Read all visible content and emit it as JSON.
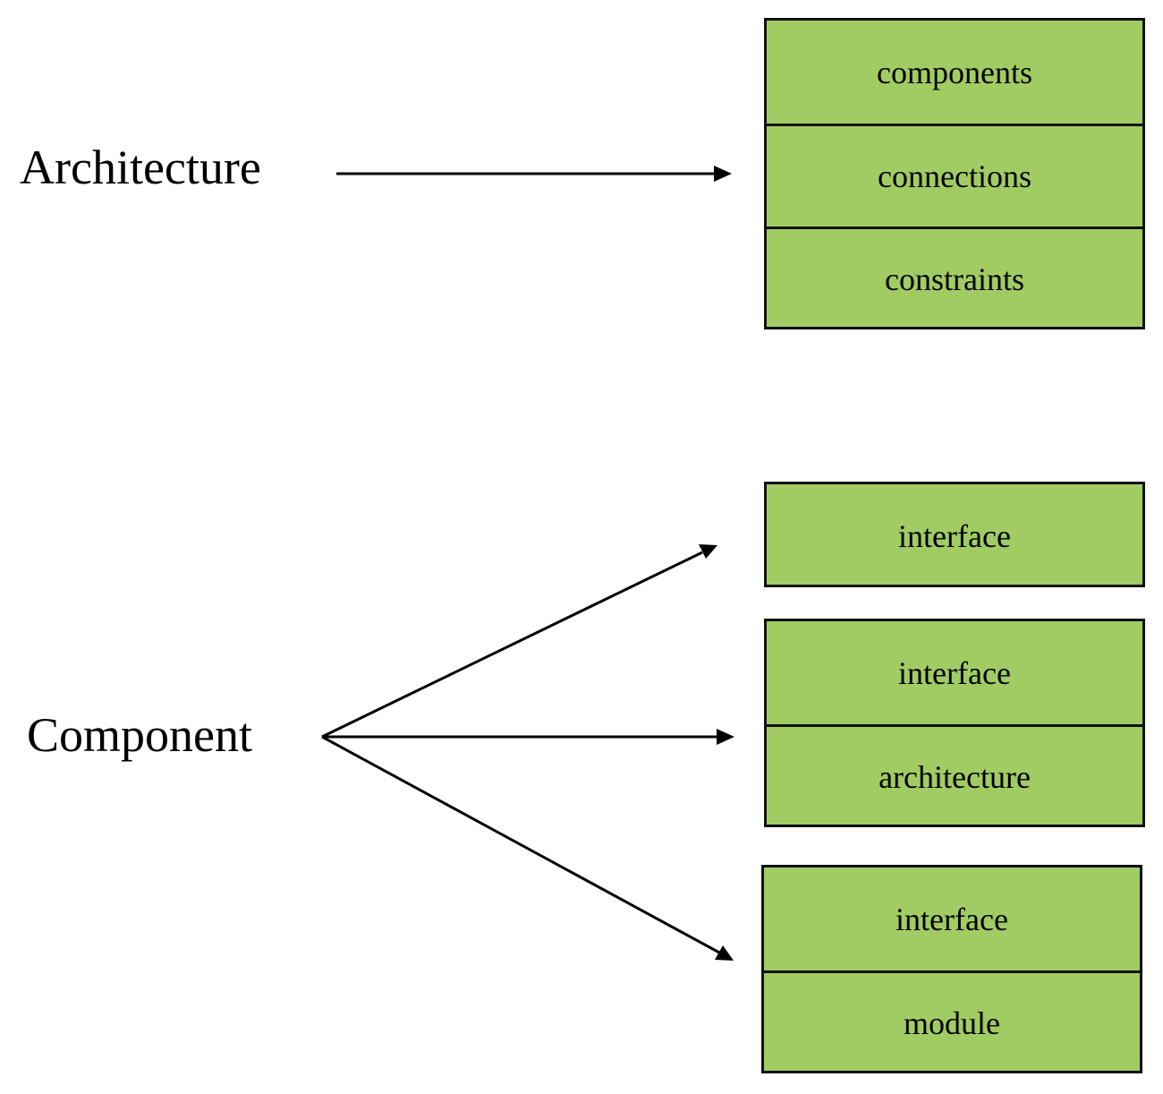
{
  "architecture": {
    "label": "Architecture",
    "parts": [
      "components",
      "connections",
      "constraints"
    ]
  },
  "component": {
    "label": "Component",
    "options": [
      {
        "parts": [
          "interface"
        ]
      },
      {
        "parts": [
          "interface",
          "architecture"
        ]
      },
      {
        "parts": [
          "interface",
          "module"
        ]
      }
    ]
  },
  "colors": {
    "box_fill": "#a0cc63",
    "stroke": "#111111"
  }
}
